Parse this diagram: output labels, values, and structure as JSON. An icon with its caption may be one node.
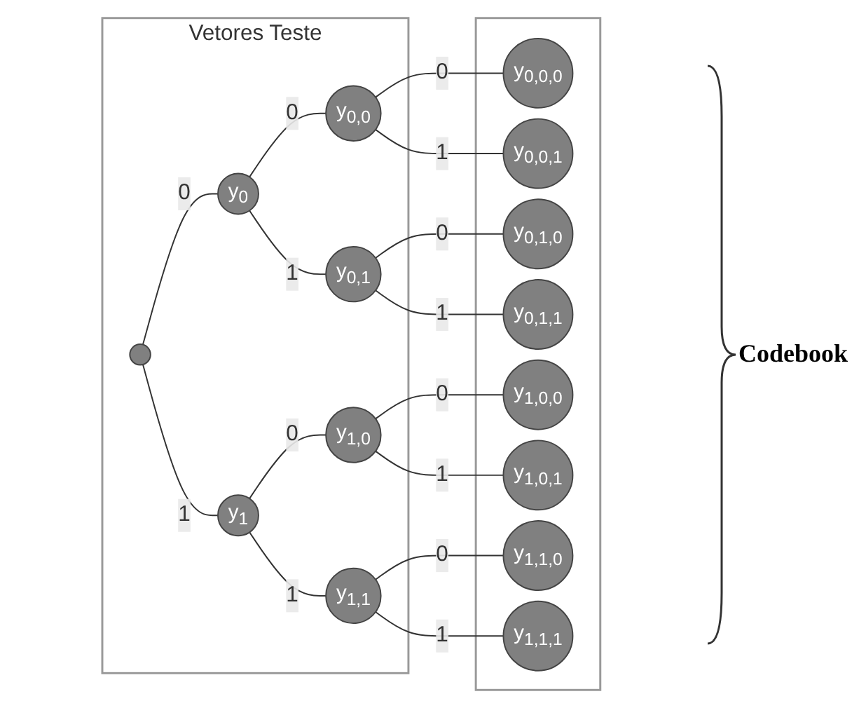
{
  "diagram": {
    "nodes": [
      {
        "text": [
          "Vetores Teste"
        ]
      },
      {
        "text": [],
        "shape": "circle",
        "in": 0
      },
      {
        "text": [
          "y$_{0}$"
        ],
        "in": 0
      },
      {
        "text": [
          "y$_{0,0}$"
        ],
        "in": 0
      },
      {
        "text": [
          "y$_{0,1}$"
        ],
        "in": 0
      },
      {
        "text": [
          "y$_{1}$"
        ],
        "in": 0
      },
      {
        "text": [
          "y$_{1,0}$"
        ],
        "in": 0
      },
      {
        "text": [
          "y$_{1,1}$"
        ],
        "in": 0
      },
      {
        "text": [],
        "shape": "box"
      },
      {
        "text": [
          "y$_{0,0,0}$"
        ],
        "in": 8
      },
      {
        "text": [
          "y$_{0,0,1}$"
        ],
        "in": 8
      },
      {
        "text": [
          "y$_{0,1,0}$"
        ],
        "in": 8
      },
      {
        "text": [
          "y$_{0,1,1}$"
        ],
        "in": 8
      },
      {
        "text": [
          "y$_{1,0,0}$"
        ],
        "in": 8
      },
      {
        "text": [
          "y$_{1,0,1}$"
        ],
        "in": 8
      },
      {
        "text": [
          "y$_{1,1,0}$"
        ],
        "in": 8
      },
      {
        "text": [
          "y$_{1,1,1}$"
        ],
        "in": 8
      }
    ],
    "edges": [
      {
        "from": 1,
        "to": 2,
        "arrow": "none",
        "label": "0"
      },
      {
        "from": 1,
        "to": 5,
        "arrow": "none",
        "label": "1"
      },
      {
        "from": 2,
        "to": 3,
        "arrow": "none",
        "label": "0"
      },
      {
        "from": 2,
        "to": 4,
        "arrow": "none",
        "label": "1"
      },
      {
        "from": 5,
        "to": 6,
        "arrow": "none",
        "label": "0"
      },
      {
        "from": 5,
        "to": 7,
        "arrow": "none",
        "label": "1"
      },
      {
        "from": 3,
        "to": 9,
        "arrow": "none",
        "label": "0"
      },
      {
        "from": 3,
        "to": 10,
        "arrow": "none",
        "label": "1"
      },
      {
        "from": 4,
        "to": 11,
        "arrow": "none",
        "label": "0"
      },
      {
        "from": 4,
        "to": 12,
        "arrow": "none",
        "label": "1"
      },
      {
        "from": 6,
        "to": 13,
        "arrow": "none",
        "label": "0"
      },
      {
        "from": 6,
        "to": 14,
        "arrow": "none",
        "label": "1"
      },
      {
        "from": 7,
        "to": 15,
        "arrow": "none",
        "label": "0"
      },
      {
        "from": 7,
        "to": 16,
        "arrow": "none",
        "label": "1"
      }
    ],
    "labels": [
      "Codebook"
    ]
  }
}
